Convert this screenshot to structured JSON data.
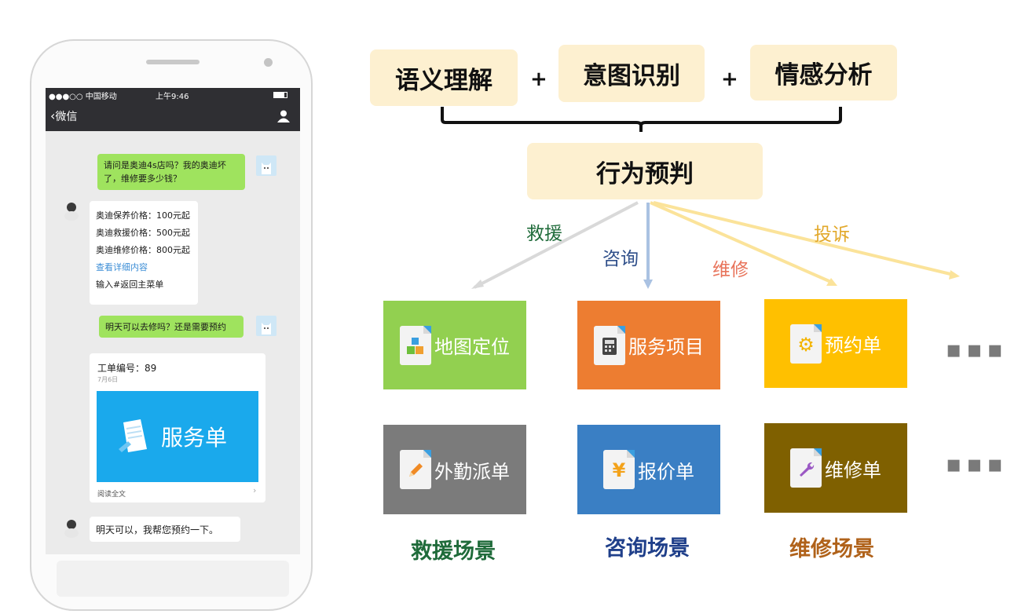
{
  "phone": {
    "status": {
      "carrier": "●●●○○ 中国移动",
      "time": "上午9:46"
    },
    "nav": {
      "back_label": "微信"
    },
    "chat": {
      "msg1": "请问是奥迪4s店吗？我的奥迪坏了，维修要多少钱？",
      "bot_reply": {
        "lines": [
          "奥迪保养价格：100元起",
          "奥迪救援价格：500元起",
          "奥迪维修价格：800元起"
        ],
        "link": "查看详细内容",
        "hint": "输入#返回主菜单"
      },
      "msg2": "明天可以去修吗？还是需要预约",
      "card": {
        "title": "工单编号：89",
        "date": "7月6日",
        "banner": "服务单",
        "footer": "阅读全文",
        "banner_color": "#1aa9ec"
      },
      "msg3": "明天可以，我帮您预约一下。"
    }
  },
  "diagram": {
    "top_boxes": [
      "语义理解",
      "意图识别",
      "情感分析"
    ],
    "plus": "+",
    "center_box": "行为预判",
    "edges": [
      {
        "label": "救援",
        "color": "#1f6b3a"
      },
      {
        "label": "咨询",
        "color": "#2f4f8a"
      },
      {
        "label": "维修",
        "color": "#e8735a"
      },
      {
        "label": "投诉",
        "color": "#e2a82a"
      }
    ],
    "row1": [
      {
        "label": "地图定位",
        "color": "#92d050",
        "icon": "map-blocks-icon"
      },
      {
        "label": "服务项目",
        "color": "#ed7d31",
        "icon": "calculator-icon"
      },
      {
        "label": "预约单",
        "color": "#ffc000",
        "icon": "gear-icon"
      }
    ],
    "row2": [
      {
        "label": "外勤派单",
        "color": "#7b7b7b",
        "icon": "pencil-icon"
      },
      {
        "label": "报价单",
        "color": "#3a7fc4",
        "icon": "yen-icon"
      },
      {
        "label": "维修单",
        "color": "#7f6000",
        "icon": "wrench-icon"
      }
    ],
    "ellipsis": "▪▪▪",
    "scenes": [
      {
        "label": "救援场景",
        "color": "#1f6b3a"
      },
      {
        "label": "咨询场景",
        "color": "#1f3f8a"
      },
      {
        "label": "维修场景",
        "color": "#b0621a"
      }
    ]
  }
}
